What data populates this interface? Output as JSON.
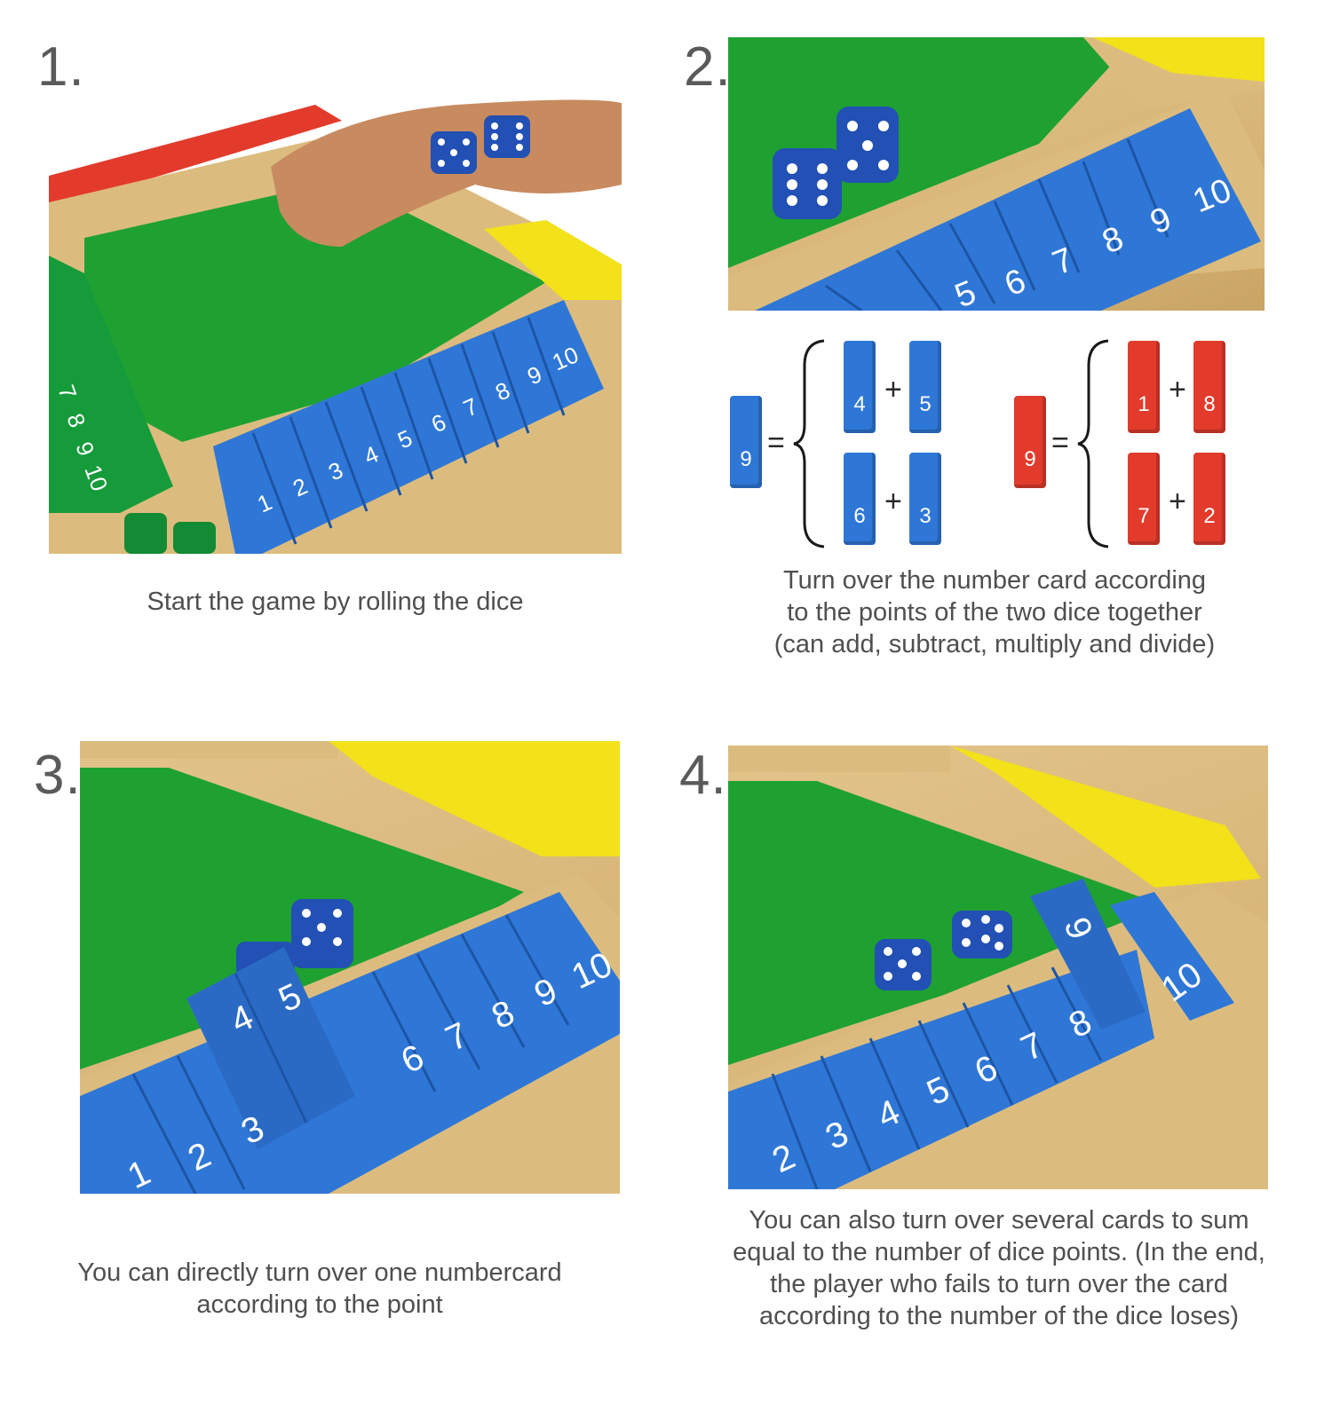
{
  "colors": {
    "felt": "#1ea131",
    "wood": "#dcbc7e",
    "blue": "#2f77d6",
    "red": "#e23b2c",
    "yellow": "#f3e11a",
    "green": "#169b3a"
  },
  "steps": [
    {
      "number": "1.",
      "caption": [
        "Start the game by rolling the dice"
      ]
    },
    {
      "number": "2.",
      "caption": [
        "Turn over the number card according",
        "to the points of the two dice together",
        "(can add, subtract, multiply and divide)"
      ]
    },
    {
      "number": "3.",
      "caption": [
        "You can directly turn over one numbercard",
        "according to the point"
      ]
    },
    {
      "number": "4.",
      "caption": [
        "You can also turn over several cards to sum",
        "equal to the number of dice points. (In the end,",
        "the player who fails to turn over the card",
        "according to the number of the dice loses)"
      ]
    }
  ],
  "photo1": {
    "blue_tiles": [
      "1",
      "2",
      "3",
      "4",
      "5",
      "6",
      "7",
      "8",
      "9",
      "10"
    ],
    "green_tiles": [
      "7",
      "8",
      "9",
      "10"
    ]
  },
  "photo2": {
    "blue_tiles": [
      "5",
      "6",
      "7",
      "8",
      "9",
      "10"
    ]
  },
  "photo3": {
    "flipped_tiles": [
      "4",
      "5"
    ],
    "blue_tiles": [
      "1",
      "2",
      "3",
      "6",
      "7",
      "8",
      "9",
      "10"
    ]
  },
  "photo4": {
    "flipped_tiles": [
      "9"
    ],
    "blue_tiles": [
      "2",
      "3",
      "4",
      "5",
      "6",
      "7",
      "8",
      "10"
    ]
  },
  "equations": {
    "blue": {
      "total": "9",
      "equals": "=",
      "plus": "+",
      "pair1": [
        "4",
        "5"
      ],
      "pair2": [
        "6",
        "3"
      ]
    },
    "red": {
      "total": "9",
      "equals": "=",
      "plus": "+",
      "pair1": [
        "1",
        "8"
      ],
      "pair2": [
        "7",
        "2"
      ]
    }
  }
}
